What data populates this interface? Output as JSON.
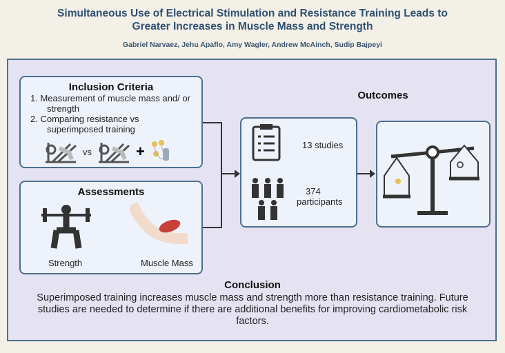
{
  "title": "Simultaneous Use of Electrical Stimulation and Resistance Training Leads to Greater Increases in Muscle Mass and Strength",
  "authors": "Gabriel Narvaez, Jehu Apaflo, Amy Wagler, Andrew McAinch, Sudip Bajpeyi",
  "inclusion": {
    "heading": "Inclusion Criteria",
    "items": [
      "1. Measurement of muscle mass and/ or strength",
      "2. Comparing resistance vs superimposed training"
    ],
    "vs": "vs",
    "plus": "+"
  },
  "assessments": {
    "heading": "Assessments",
    "strength": "Strength",
    "muscle_mass": "Muscle Mass"
  },
  "studies": {
    "studies": "13 studies",
    "participants_count": "374",
    "participants": "participants"
  },
  "outcomes": {
    "heading": "Outcomes"
  },
  "conclusion": {
    "heading": "Conclusion",
    "text": "Superimposed training increases muscle mass and strength more than resistance training. Future studies are needed to determine if there are additional benefits for improving cardiometabolic risk factors."
  }
}
